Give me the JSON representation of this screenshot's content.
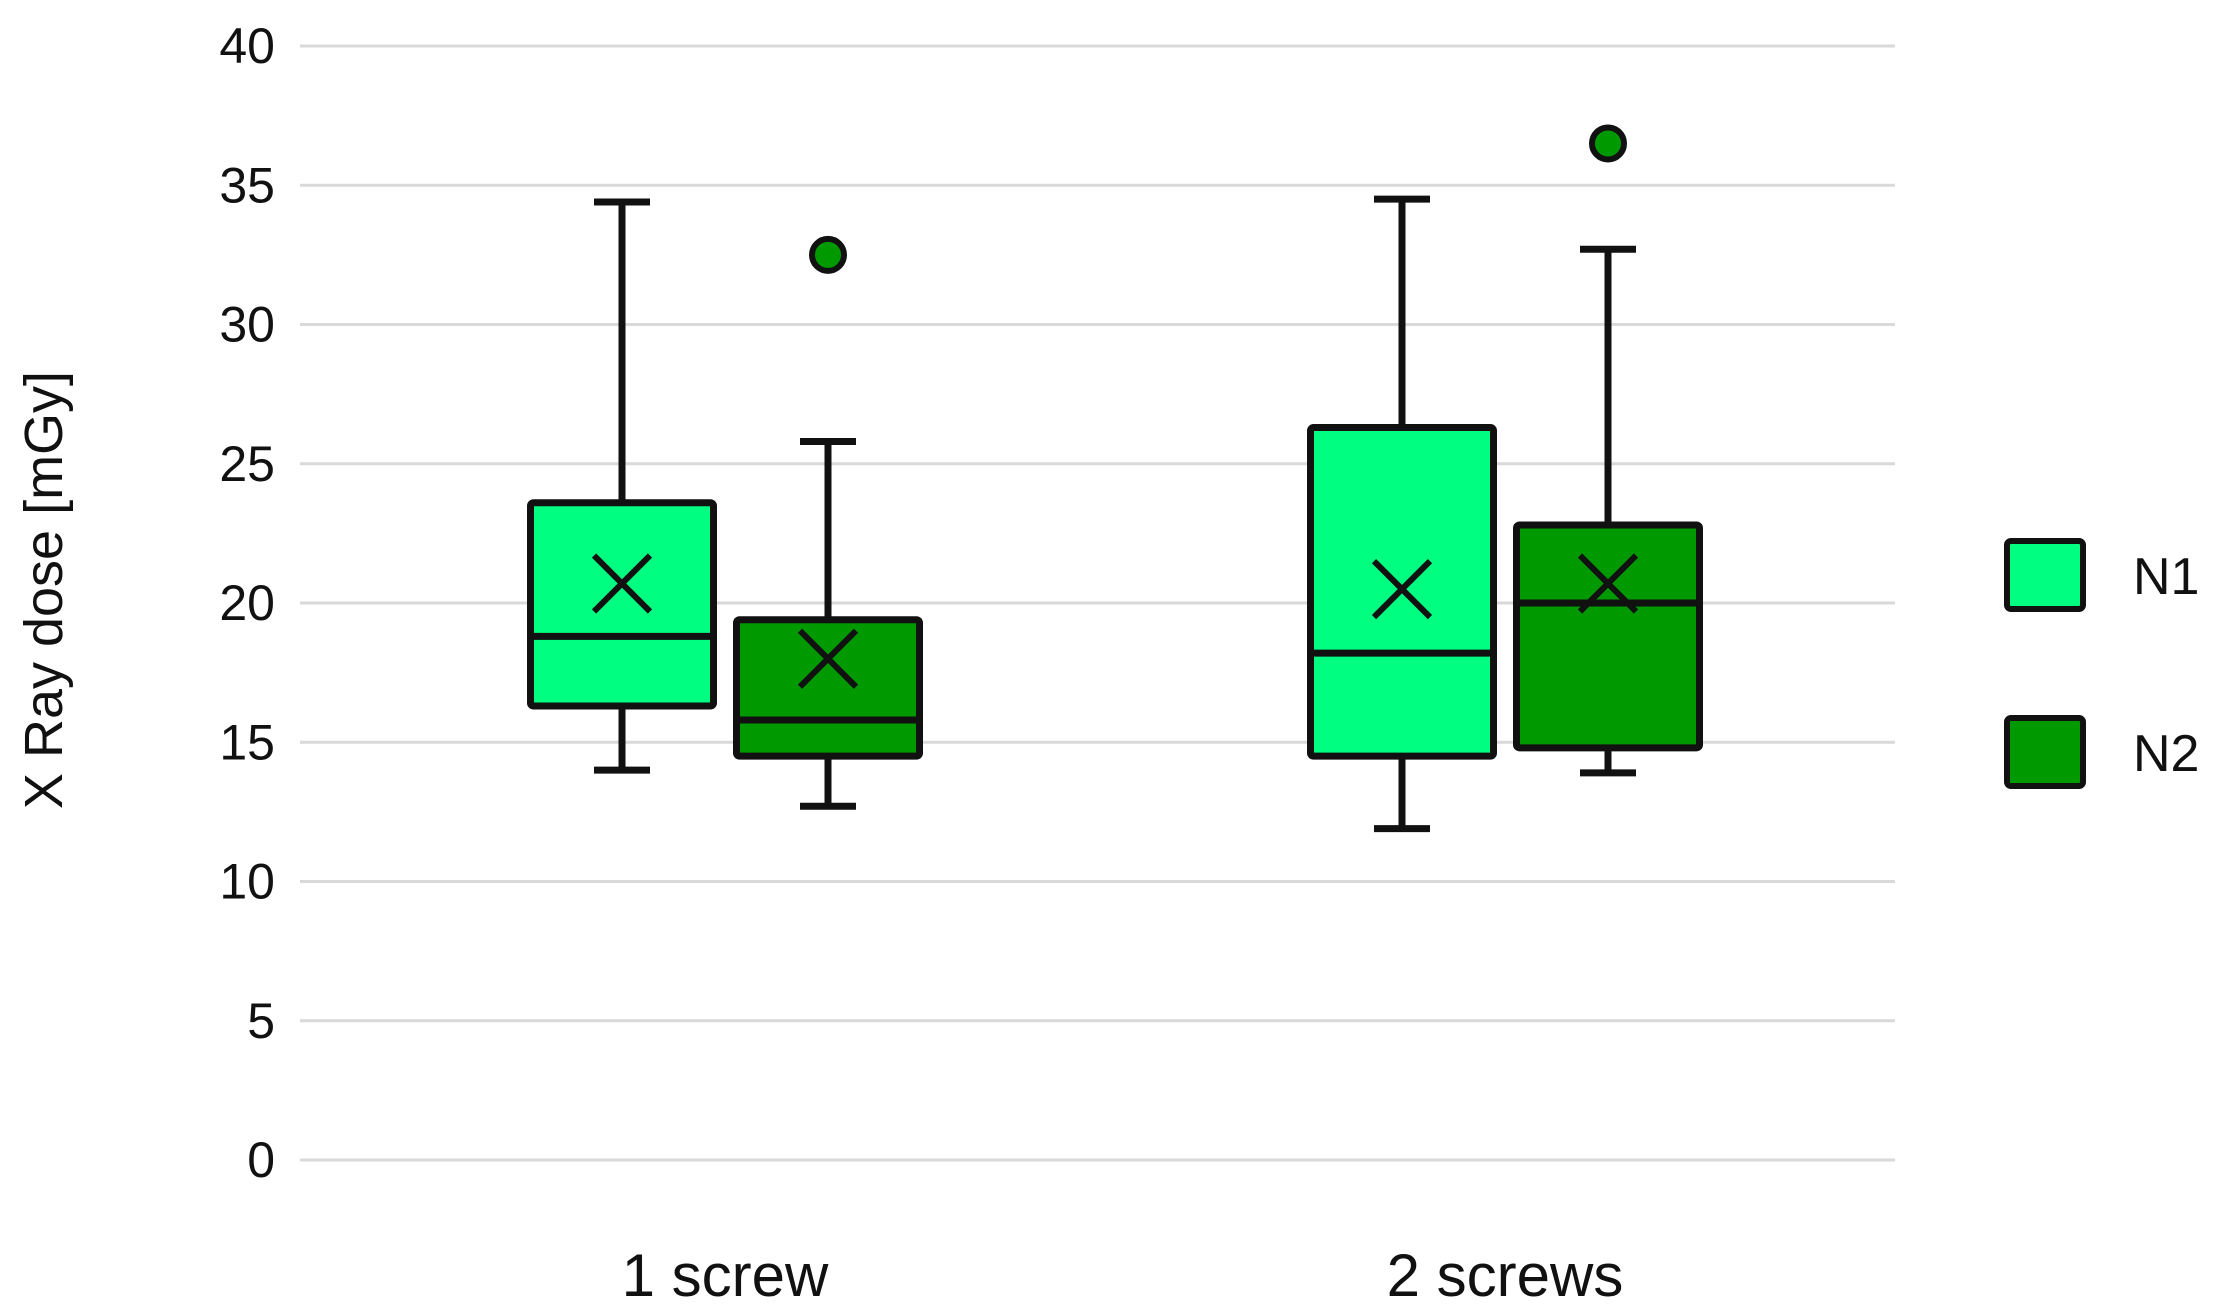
{
  "chart_data": {
    "type": "box",
    "title": "",
    "xlabel": "",
    "ylabel": "X Ray dose [mGy]",
    "ylim": [
      0,
      40
    ],
    "yticks": [
      0,
      5,
      10,
      15,
      20,
      25,
      30,
      35,
      40
    ],
    "grid": true,
    "legend_position": "right",
    "categories": [
      "1 screw",
      "2 screws"
    ],
    "series": [
      {
        "name": "N1",
        "color": "#00ff80",
        "boxes": [
          {
            "whisker_low": 14.0,
            "q1": 16.3,
            "median": 18.8,
            "q3": 23.6,
            "whisker_high": 34.4,
            "mean": 20.7,
            "outliers": []
          },
          {
            "whisker_low": 11.9,
            "q1": 14.5,
            "median": 18.2,
            "q3": 26.3,
            "whisker_high": 34.5,
            "mean": 20.5,
            "outliers": []
          }
        ]
      },
      {
        "name": "N2",
        "color": "#009900",
        "boxes": [
          {
            "whisker_low": 12.7,
            "q1": 14.5,
            "median": 15.8,
            "q3": 19.4,
            "whisker_high": 25.8,
            "mean": 18.0,
            "outliers": [
              32.5
            ]
          },
          {
            "whisker_low": 13.9,
            "q1": 14.8,
            "median": 20.0,
            "q3": 22.8,
            "whisker_high": 32.7,
            "mean": 20.7,
            "outliers": [
              36.5
            ]
          }
        ]
      }
    ]
  }
}
